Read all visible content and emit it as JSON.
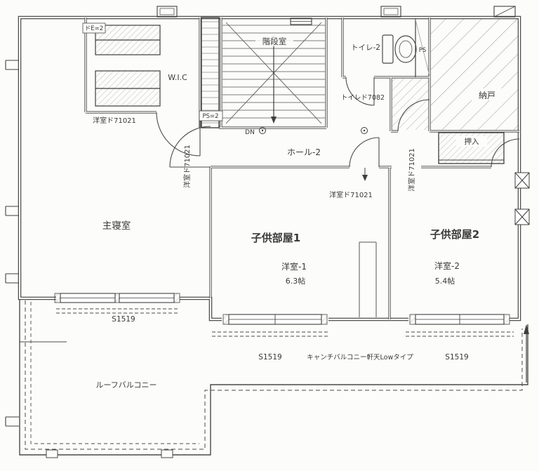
{
  "colors": {
    "line": "#3f3f3f",
    "accent": "#f08a00",
    "hatch": "#8f8f8f"
  },
  "rooms": {
    "wic": "W.I.C",
    "stair_room": "階段室",
    "toilet": "トイレ-2",
    "pipe_shaft": "PS",
    "storage": "納戸",
    "closet": "押入",
    "hall": "ホール-2",
    "master_bedroom": "主寝室",
    "western_room1": "洋室-1",
    "western_room1_size": "6.3帖",
    "western_room2": "洋室-2",
    "western_room2_size": "5.4帖",
    "roof_balcony": "ルーフバルコニー"
  },
  "annotations": {
    "kids_room1": "子供部屋1",
    "kids_room2": "子供部屋2",
    "door_spec": "洋室ド71021",
    "toilet_door_spec": "トイレド7082",
    "window_spec": "S1519",
    "balcony_note": "キャンチバルコニー軒天Lowタイプ",
    "down": "DN",
    "ps2_box": "PS=2",
    "de2_box": "ドE=2"
  }
}
